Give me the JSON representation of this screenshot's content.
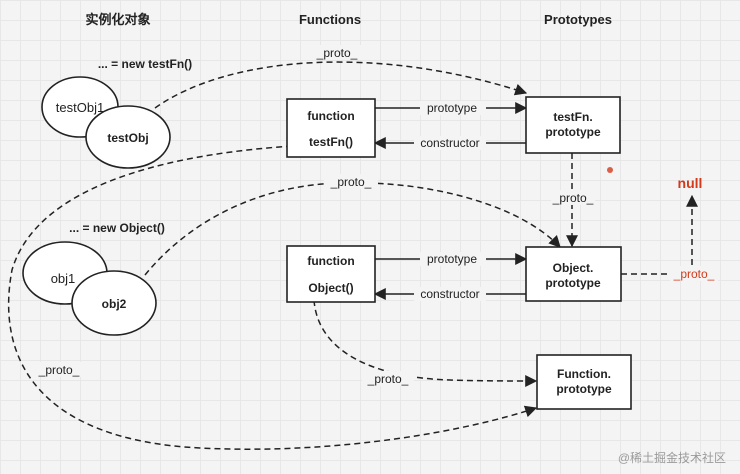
{
  "column_titles": {
    "instances": "实例化对象",
    "functions": "Functions",
    "prototypes": "Prototypes"
  },
  "expressions": {
    "new_testfn": "... = new testFn()",
    "new_object": "... = new Object()"
  },
  "objects": {
    "testobj1": "testObj1",
    "testobj": "testObj",
    "obj1": "obj1",
    "obj2": "obj2"
  },
  "functions": {
    "testfn": {
      "line1": "function",
      "line2": "testFn()"
    },
    "object": {
      "line1": "function",
      "line2": "Object()"
    }
  },
  "prototypes": {
    "testfn": {
      "line1": "testFn.",
      "line2": "prototype"
    },
    "object": {
      "line1": "Object.",
      "line2": "prototype"
    },
    "function": {
      "line1": "Function.",
      "line2": "prototype"
    }
  },
  "edge_labels": {
    "proto": "_proto_",
    "proto_left": "_proto_",
    "proto_testobj": "_proto_",
    "proto_obj2": "_proto_",
    "proto_testfn_proto": "_proto_",
    "proto_object_fn": "_proto_",
    "proto_null": "_proto_",
    "prototype_1": "prototype",
    "constructor_1": "constructor",
    "prototype_2": "prototype",
    "constructor_2": "constructor"
  },
  "null_label": "null",
  "watermark": "@稀土掘金技术社区",
  "colors": {
    "accent_red": "#d43a1a",
    "stroke": "#222222",
    "background": "#f4f4f4"
  }
}
